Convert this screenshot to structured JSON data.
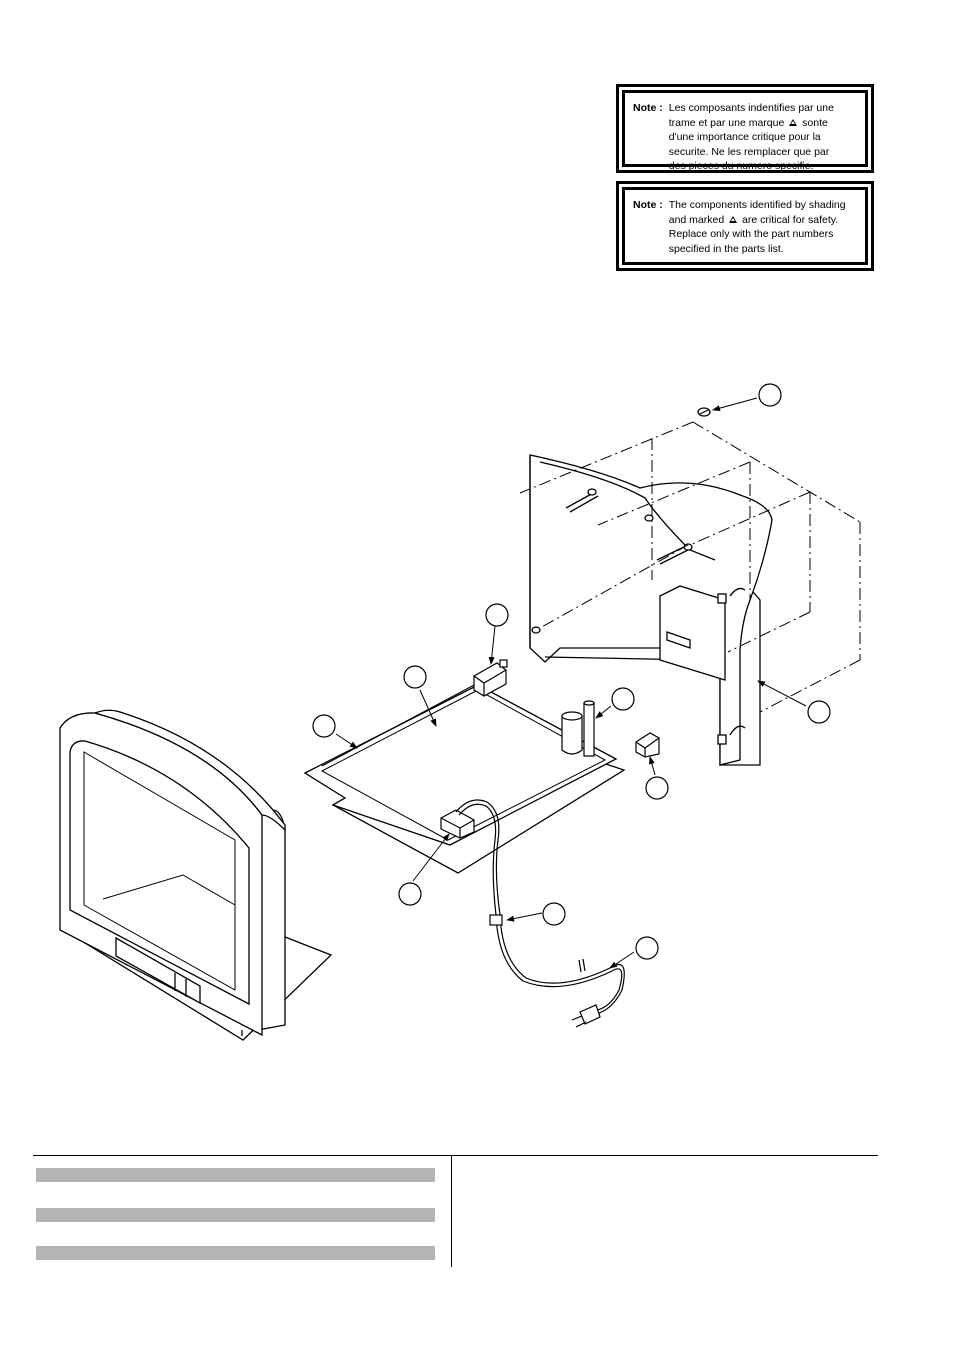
{
  "notes": [
    {
      "label": "Note :",
      "lines": [
        "Les composants indentifies par une",
        "trame et par une marque",
        "sonte",
        "d'une importance critique pour la",
        "securite. Ne les remplacer que par",
        "des pieces du numero specifie."
      ]
    },
    {
      "label": "Note :",
      "lines": [
        "The components identified by shading",
        "and marked",
        "are critical for safety.",
        "Replace only with the part numbers",
        "specified in the parts list."
      ]
    }
  ],
  "callout_count": 10,
  "table_rows": 3
}
